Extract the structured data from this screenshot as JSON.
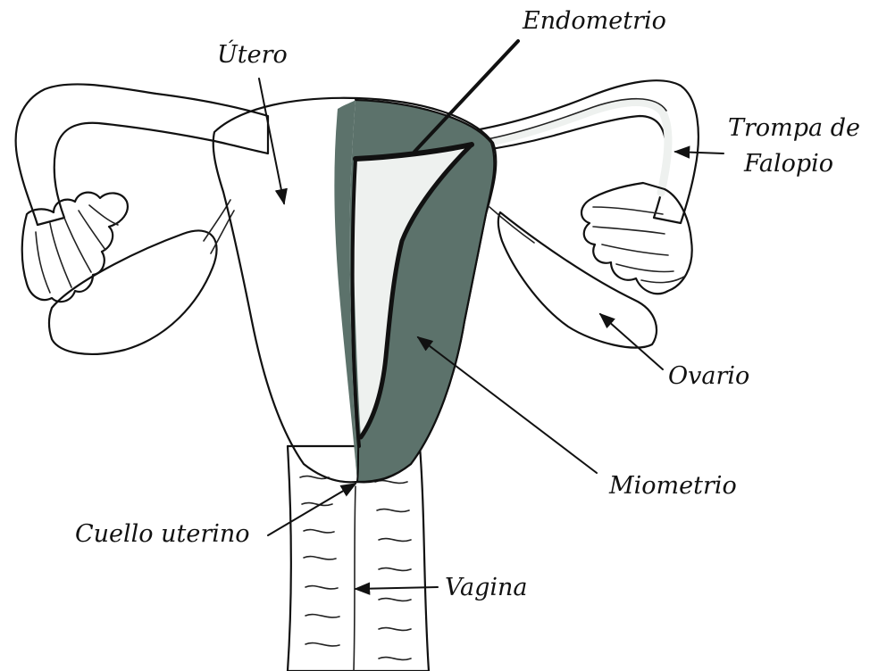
{
  "colors": {
    "uterus_light": "#a2b4ad",
    "myometrium_dark": "#5c726b",
    "endometrium": "#111111",
    "cavity": "#eef1ef",
    "outline": "#111111",
    "background": "#ffffff"
  },
  "labels": {
    "endometrio": "Endometrio",
    "utero": "Útero",
    "trompa_line1": "Trompa de",
    "trompa_line2": "Falopio",
    "ovario": "Ovario",
    "miometrio": "Miometrio",
    "cuello_uterino": "Cuello uterino",
    "vagina": "Vagina"
  }
}
